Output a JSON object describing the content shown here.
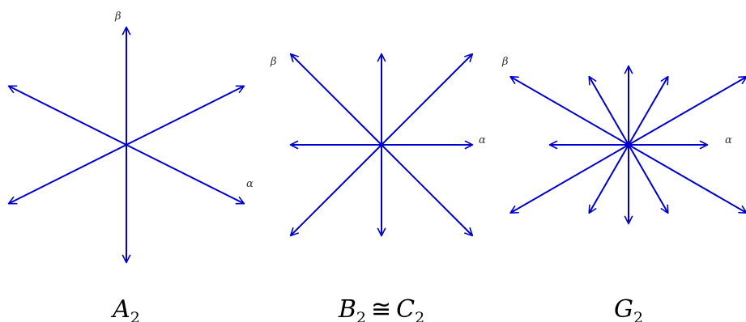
{
  "colors": {
    "arrow": "#0000cc",
    "label": "#333333",
    "caption": "#000000"
  },
  "diagrams": [
    {
      "id": "a2",
      "caption": {
        "main": "A",
        "sub": "2"
      },
      "labels": {
        "alpha": "α",
        "beta": "β"
      },
      "roots": [
        [
          0,
          1
        ],
        [
          0,
          -1
        ],
        [
          1,
          0.5
        ],
        [
          -1,
          0.5
        ],
        [
          1,
          -0.5
        ],
        [
          -1,
          -0.5
        ]
      ]
    },
    {
      "id": "b2",
      "caption": {
        "main": "B",
        "sub": "2",
        "rel": "≅",
        "main2": "C",
        "sub2": "2"
      },
      "labels": {
        "alpha": "α",
        "beta": "β"
      },
      "roots": [
        [
          1,
          0
        ],
        [
          -1,
          0
        ],
        [
          0,
          1
        ],
        [
          0,
          -1
        ],
        [
          1,
          1
        ],
        [
          -1,
          1
        ],
        [
          1,
          -1
        ],
        [
          -1,
          -1
        ]
      ]
    },
    {
      "id": "g2",
      "caption": {
        "main": "G",
        "sub": "2"
      },
      "labels": {
        "alpha": "α",
        "beta": "β"
      },
      "roots": [
        [
          1,
          0
        ],
        [
          -1,
          0
        ],
        [
          0,
          1
        ],
        [
          0,
          -1
        ],
        [
          0.5,
          0.866
        ],
        [
          -0.5,
          0.866
        ],
        [
          0.5,
          -0.866
        ],
        [
          -0.5,
          -0.866
        ],
        [
          1.5,
          0.866
        ],
        [
          -1.5,
          0.866
        ],
        [
          1.5,
          -0.866
        ],
        [
          -1.5,
          -0.866
        ]
      ]
    }
  ]
}
